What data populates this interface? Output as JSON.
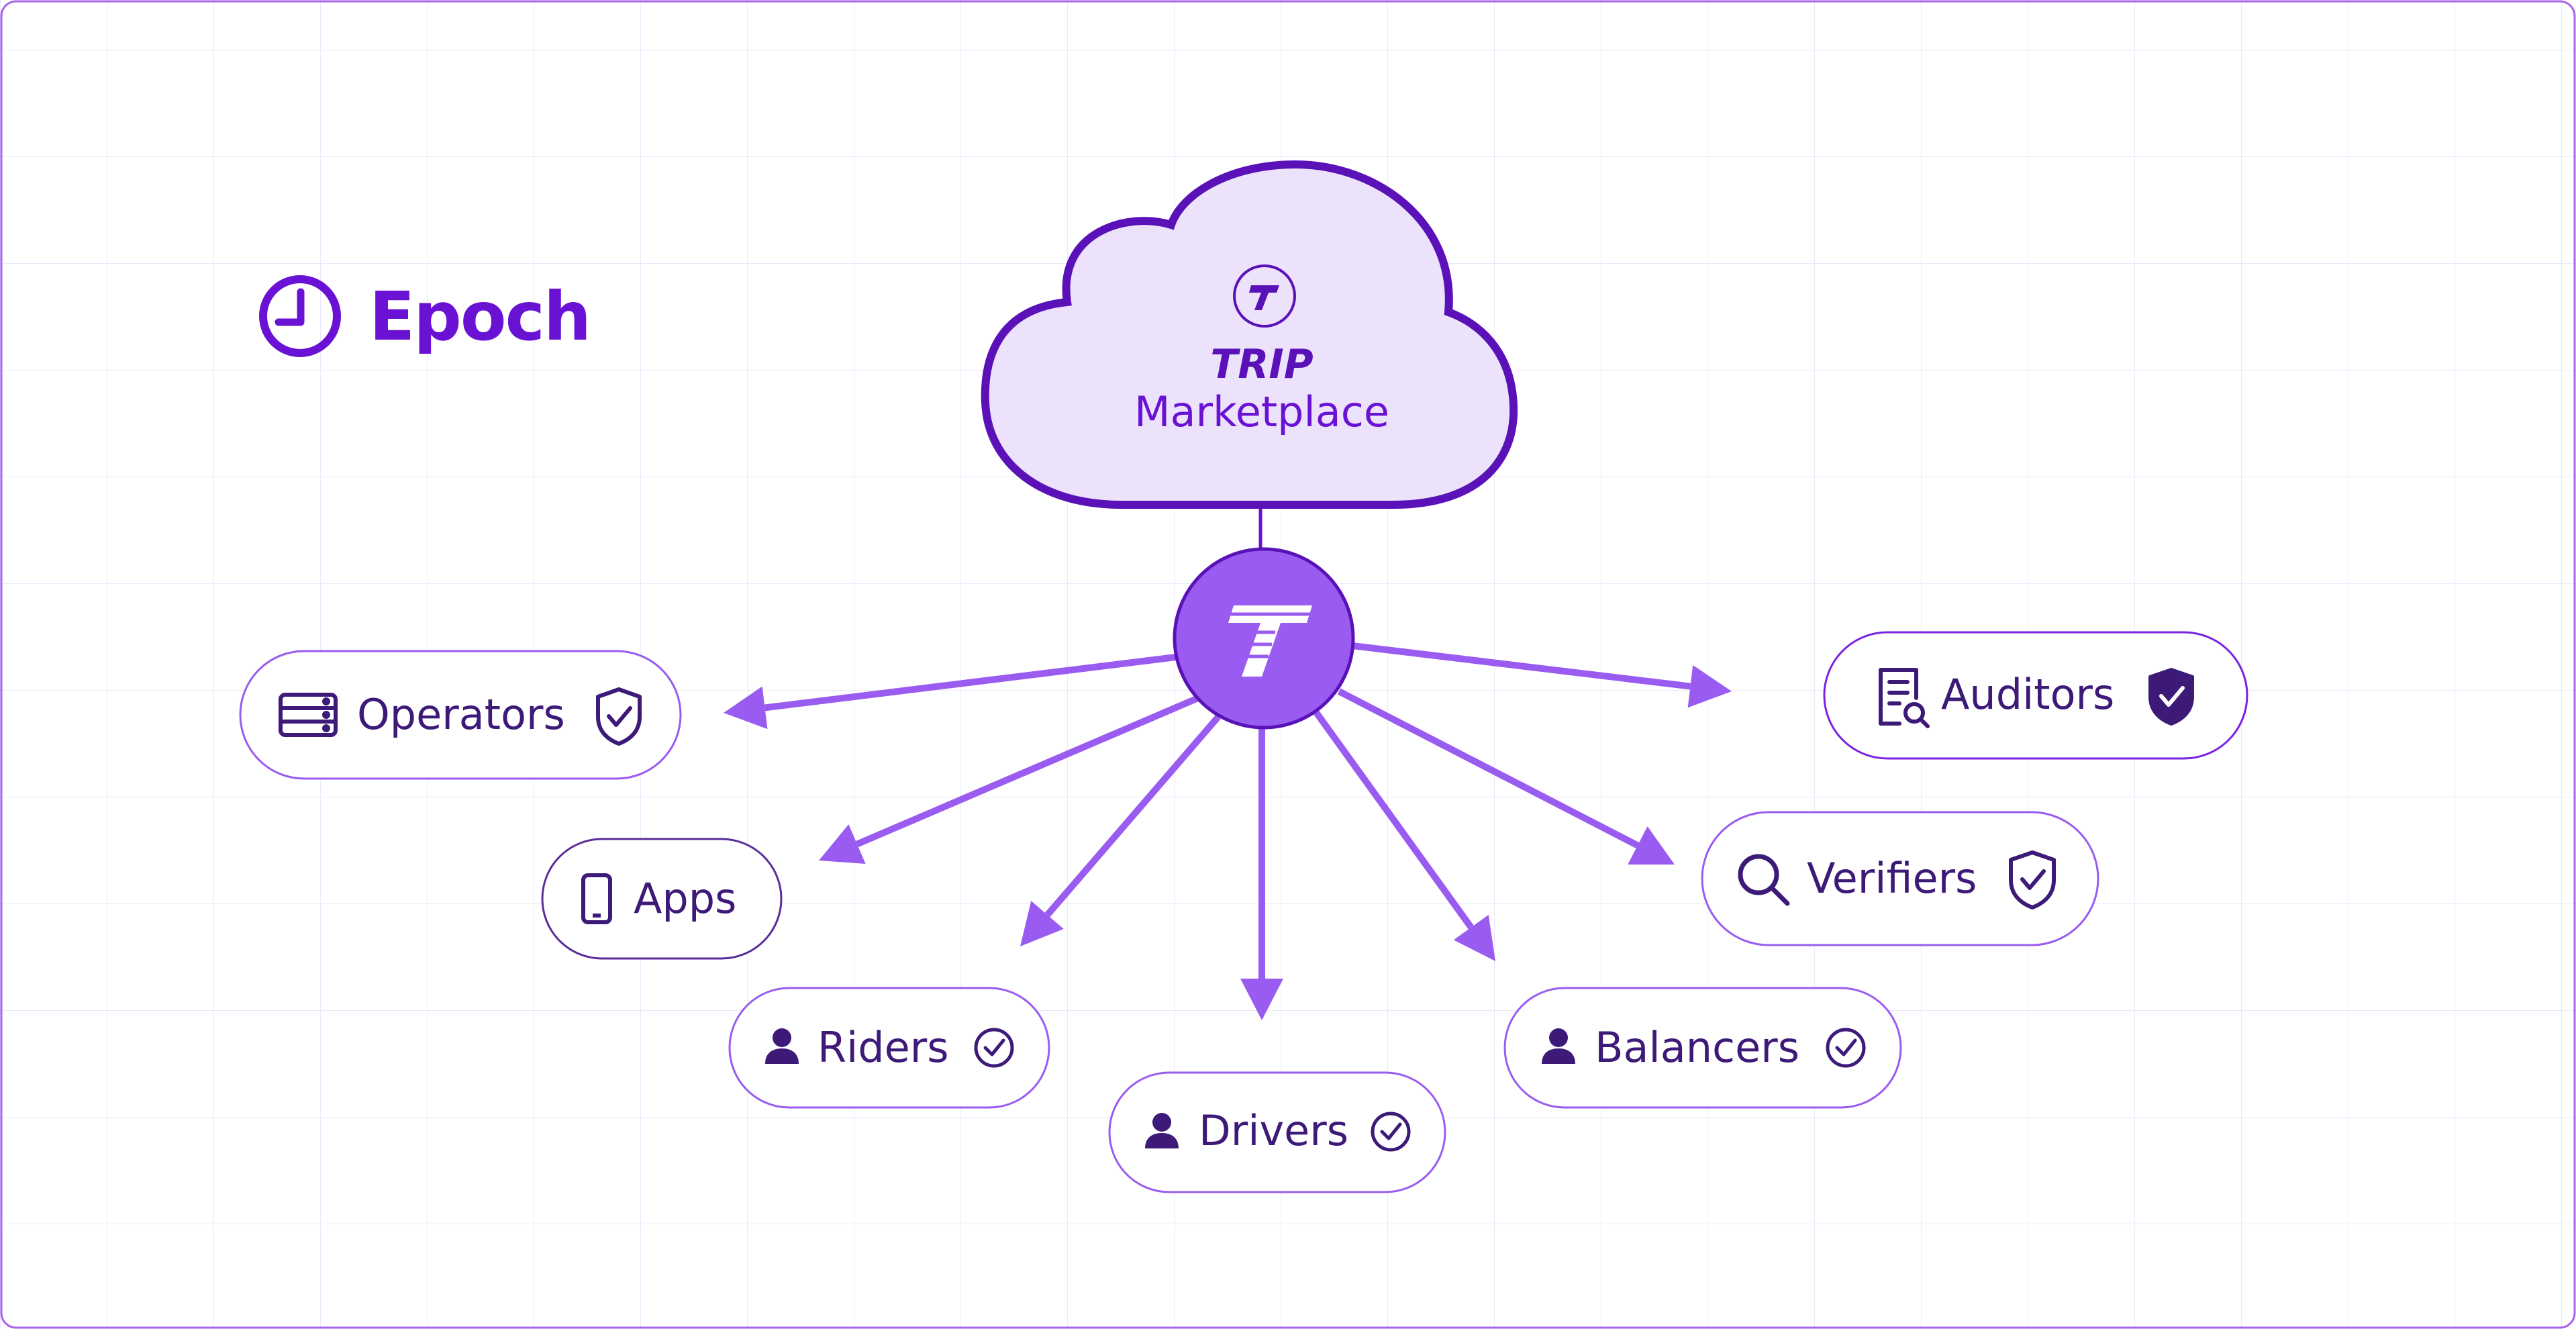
{
  "brand": {
    "name": "Epoch"
  },
  "cloud": {
    "title": "TRIP",
    "subtitle": "Marketplace"
  },
  "nodes": {
    "operators": {
      "label": "Operators"
    },
    "apps": {
      "label": "Apps"
    },
    "riders": {
      "label": "Riders"
    },
    "drivers": {
      "label": "Drivers"
    },
    "balancers": {
      "label": "Balancers"
    },
    "verifiers": {
      "label": "Verifiers"
    },
    "auditors": {
      "label": "Auditors"
    }
  },
  "colors": {
    "accent": "#6a12d4",
    "arrow": "#9a5cf0",
    "hub": "#9a5cf0",
    "cloud_fill": "#ece2fb",
    "pill_border": "#9a5cf0",
    "grid": "#ece8fb"
  },
  "icons": {
    "brand": "clock-icon",
    "operators": "server-icon",
    "apps": "smartphone-icon",
    "riders": "user-icon",
    "drivers": "user-icon",
    "balancers": "user-icon",
    "verifiers": "magnifier-icon",
    "auditors": "document-search-icon",
    "badge_shield": "shield-check-icon",
    "badge_circle": "circle-check-icon"
  }
}
